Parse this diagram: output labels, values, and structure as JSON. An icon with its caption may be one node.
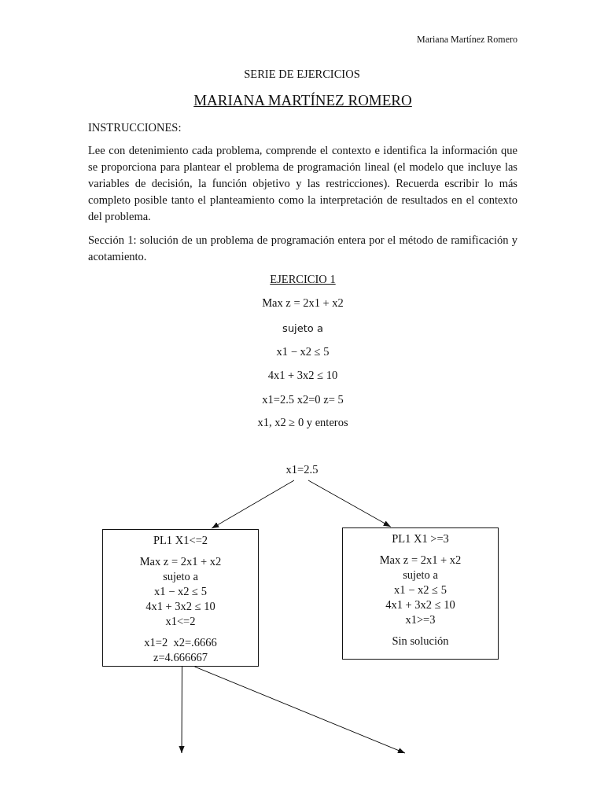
{
  "diagram": {
    "title": "SERIE DE EJERCICIOS",
    "nodes": [
      {
        "text": [
          "x1=2.5"
        ]
      },
      {
        "text": [
          "PL1 X1<=2",
          "Max z = 2x1 + x2",
          "sujeto a",
          "x1 − x2 ≤ 5",
          "4x1 + 3x2 ≤ 10",
          "x1<=2",
          "x1=2  x2=.6666",
          "z=4.666667"
        ]
      },
      {
        "text": [
          "PL1 X1 >=3",
          "Max z = 2x1 + x2",
          "sujeto a",
          "x1 − x2 ≤ 5",
          "4x1 + 3x2 ≤ 10",
          "x1>=3",
          "Sin solución"
        ]
      }
    ],
    "edges": [
      {
        "from": 0,
        "to": 1,
        "arrow": "to"
      },
      {
        "from": 0,
        "to": 2,
        "arrow": "to"
      },
      {
        "from": 1,
        "to": null,
        "arrow": "to"
      },
      {
        "from": 1,
        "to": null,
        "arrow": "to"
      }
    ],
    "labels": [
      "Mariana Martínez Romero",
      "MARIANA MARTÍNEZ ROMERO",
      "INSTRUCCIONES:",
      "Lee con detenimiento cada problema, comprende el contexto e identifica la información que se proporciona para plantear el problema de programación lineal (el modelo que incluye las variables de decisión, la función objetivo y las restricciones). Recuerda escribir lo más completo posible tanto el planteamiento como la interpretación de resultados en el contexto del problema.",
      "Sección 1: solución de un problema de programación entera por el método de ramificación y acotamiento.",
      "EJERCICIO 1",
      "Max z = 2x1 + x2",
      "sujeto a",
      "x1 − x2 ≤ 5",
      "4x1 + 3x2 ≤ 10",
      "x1=2.5 x2=0 z= 5",
      "x1, x2 ≥ 0 y enteros"
    ]
  }
}
